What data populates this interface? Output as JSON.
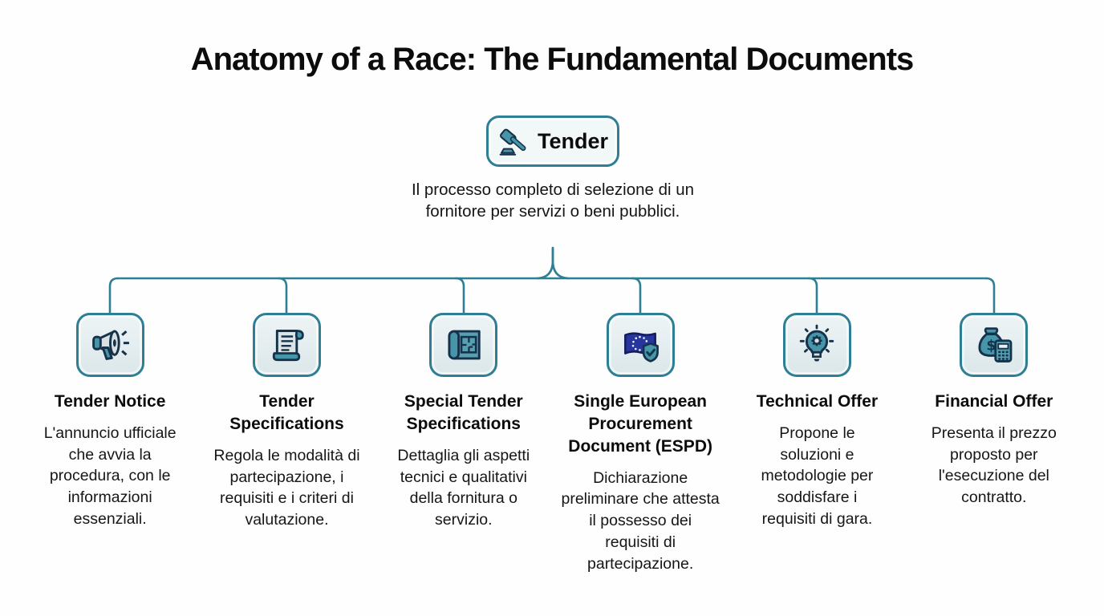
{
  "page": {
    "background": "#fefefe",
    "accent_teal": "#2e7f94",
    "icon_fill_teal": "#4795a8",
    "icon_outline_navy": "#16324a",
    "eu_navy": "#27369e",
    "text_color": "#0c0c0c"
  },
  "title": "Anatomy of a Race: The Fundamental Documents",
  "root": {
    "label": "Tender",
    "icon": "gavel",
    "description": "Il processo completo di selezione di un fornitore per servizi o beni pubblici."
  },
  "nodes": [
    {
      "title": "Tender Notice",
      "icon": "megaphone",
      "description": "L'annuncio ufficiale che avvia la procedura, con le informazioni essenziali."
    },
    {
      "title": "Tender Specifications",
      "icon": "scroll",
      "description": "Regola le modalità di partecipazione, i requisiti e i criteri di valutazione."
    },
    {
      "title": "Special Tender Specifications",
      "icon": "blueprint",
      "description": "Dettaglia gli aspetti tecnici e qualitativi della fornitura o servizio."
    },
    {
      "title": "Single European Procurement Document (ESPD)",
      "icon": "eu-flag-shield",
      "description": "Dichiarazione preliminare che attesta il possesso dei requisiti di partecipazione."
    },
    {
      "title": "Technical Offer",
      "icon": "lightbulb-gear",
      "description": "Propone le soluzioni e metodologie per soddisfare i requisiti di gara."
    },
    {
      "title": "Financial Offer",
      "icon": "money-bag-calculator",
      "description": "Presenta il prezzo proposto per l'esecuzione del contratto."
    }
  ]
}
